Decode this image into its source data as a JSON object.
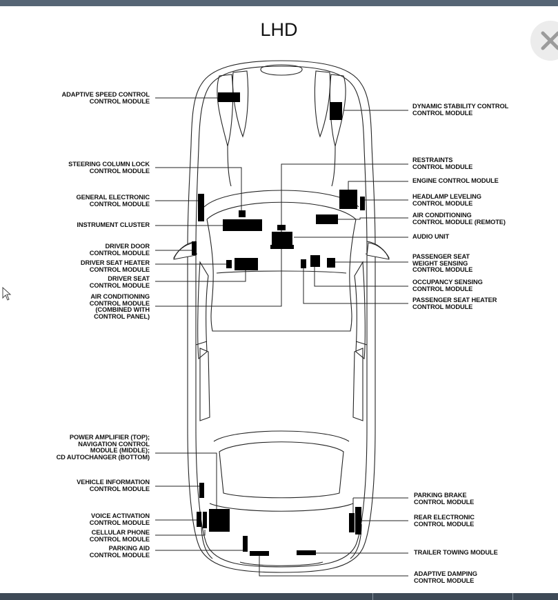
{
  "diagram": {
    "title": "LHD",
    "labels_left": {
      "adaptive_speed": "ADAPTIVE SPEED CONTROL\nCONTROL MODULE",
      "steering_column": "STEERING COLUMN LOCK\nCONTROL MODULE",
      "general_electronic": "GENERAL ELECTRONIC\nCONTROL MODULE",
      "instrument_cluster": "INSTRUMENT CLUSTER",
      "driver_door": "DRIVER DOOR\nCONTROL MODULE",
      "driver_seat_heater": "DRIVER SEAT HEATER\nCONTROL MODULE",
      "driver_seat": "DRIVER SEAT\nCONTROL MODULE",
      "air_conditioning": "AIR CONDITIONING\nCONTROL MODULE\n(COMBINED WITH\nCONTROL PANEL)",
      "power_amplifier": "POWER AMPLIFIER (TOP);\nNAVIGATION CONTROL\nMODULE (MIDDLE);\nCD AUTOCHANGER (BOTTOM)",
      "vehicle_information": "VEHICLE INFORMATION\nCONTROL MODULE",
      "voice_activation": "VOICE ACTIVATION\nCONTROL MODULE",
      "cellular_phone": "CELLULAR PHONE\nCONTROL MODULE",
      "parking_aid": "PARKING AID\nCONTROL MODULE"
    },
    "labels_right": {
      "dynamic_stability": "DYNAMIC STABILITY CONTROL\nCONTROL MODULE",
      "restraints": "RESTRAINTS\nCONTROL MODULE",
      "engine_control": "ENGINE CONTROL MODULE",
      "headlamp_leveling": "HEADLAMP LEVELING\nCONTROL MODULE",
      "air_conditioning_remote": "AIR CONDITIONING\nCONTROL MODULE (REMOTE)",
      "audio_unit": "AUDIO UNIT",
      "passenger_seat_weight": "PASSENGER SEAT\nWEIGHT SENSING\nCONTROL MODULE",
      "occupancy_sensing": "OCCUPANCY SENSING\nCONTROL MODULE",
      "passenger_seat_heater": "PASSENGER SEAT HEATER\nCONTROL MODULE",
      "parking_brake": "PARKING BRAKE\nCONTROL MODULE",
      "rear_electronic": "REAR ELECTRONIC\nCONTROL MODULE",
      "trailer_towing": "TRAILER TOWING MODULE",
      "adaptive_damping": "ADAPTIVE DAMPING\nCONTROL MODULE"
    }
  },
  "ui": {
    "close_icon": "close-icon",
    "cursor_icon": "mouse-pointer-icon"
  }
}
